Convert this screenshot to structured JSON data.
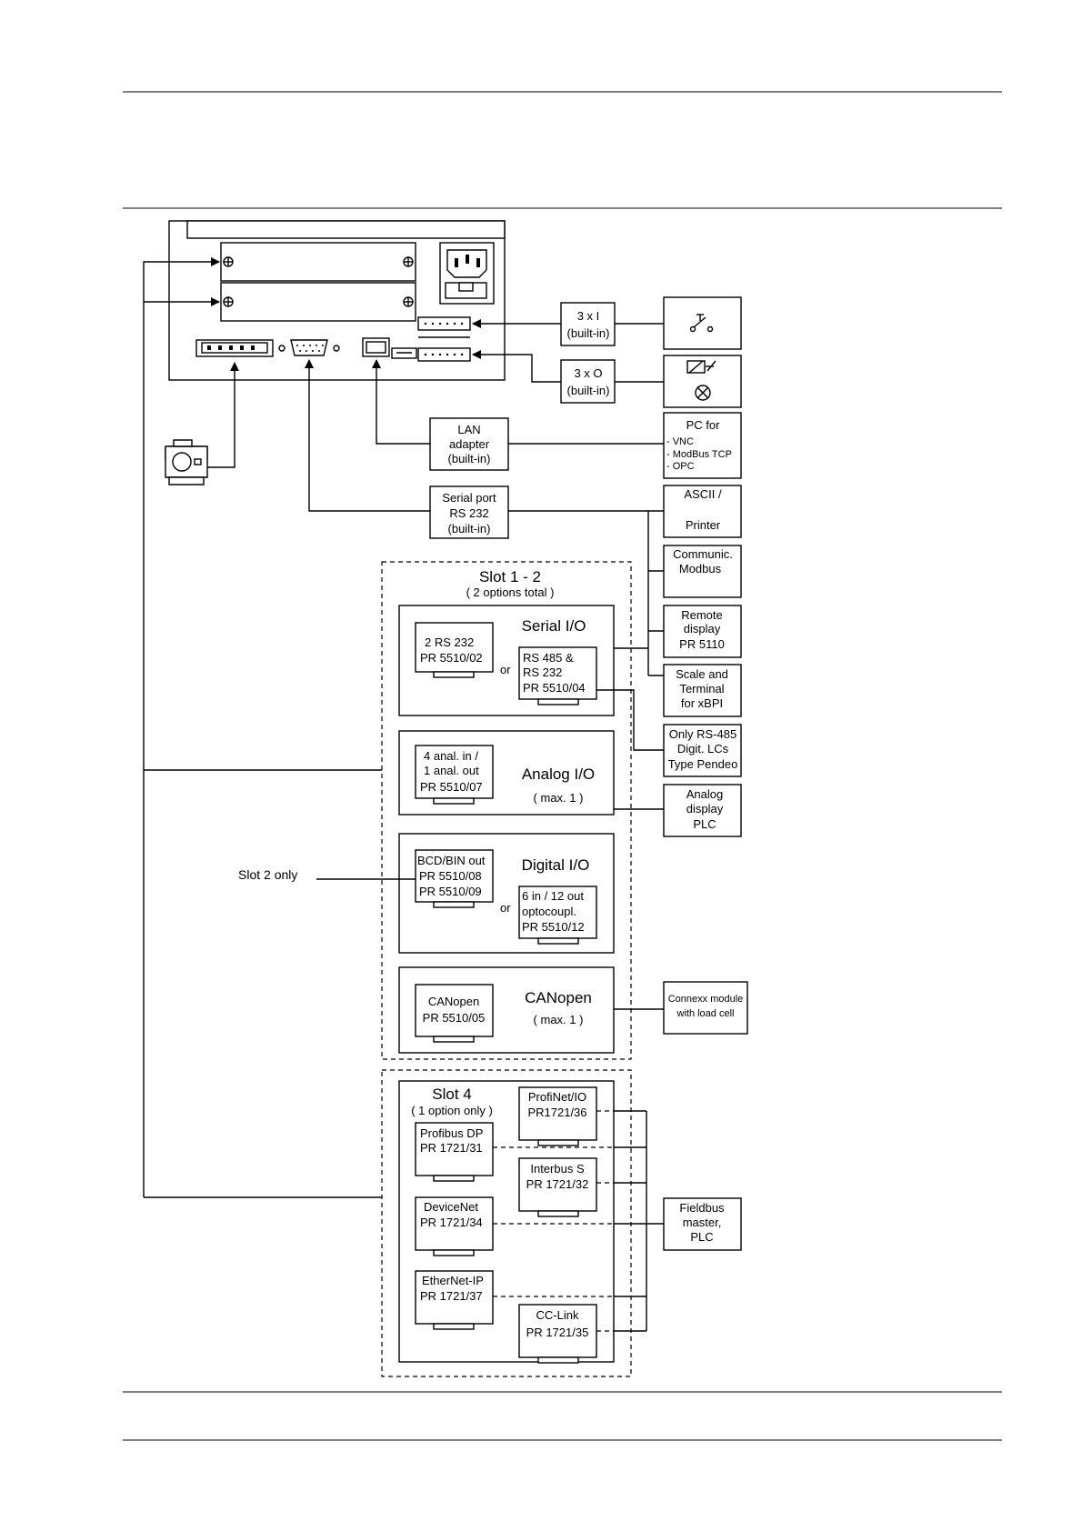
{
  "header_rules": true,
  "io_builtin": {
    "inputs": [
      "3 x I",
      "(built-in)"
    ],
    "outputs": [
      "3 x O",
      "(built-in)"
    ]
  },
  "lan": [
    "LAN",
    "adapter",
    "(built-in)"
  ],
  "serial": [
    "Serial port",
    "RS 232",
    "(built-in)"
  ],
  "pc_for": {
    "title": "PC for",
    "items": [
      "- VNC",
      "- ModBus TCP",
      "- OPC"
    ]
  },
  "ascii": [
    "ASCII /",
    "Printer"
  ],
  "communic": [
    "Communic.",
    "Modbus"
  ],
  "remote": [
    "Remote",
    "display",
    "PR 5110"
  ],
  "scale": [
    "Scale and",
    "Terminal",
    "for xBPI"
  ],
  "only485": [
    "Only RS-485",
    "Digit. LCs",
    "Type Pendeo"
  ],
  "analog_display": [
    "Analog",
    "display",
    "PLC"
  ],
  "connexx": [
    "Connexx module",
    "with load cell"
  ],
  "fieldbus": [
    "Fieldbus",
    "master,",
    "PLC"
  ],
  "slot12": {
    "title": "Slot 1 - 2",
    "subtitle": "( 2 options total )"
  },
  "serial_io": {
    "title": "Serial I/O",
    "card1": [
      "2  RS 232",
      "PR 5510/02"
    ],
    "or": "or",
    "card2": [
      "RS 485 &",
      "RS 232",
      "PR 5510/04"
    ]
  },
  "analog_io": {
    "title": "Analog I/O",
    "max": "( max. 1 )",
    "card": [
      "4 anal. in /",
      "1 anal. out",
      "PR 5510/07"
    ]
  },
  "digital_io": {
    "title": "Digital I/O",
    "card1": [
      "BCD/BIN out",
      "PR 5510/08",
      "PR 5510/09"
    ],
    "or": "or",
    "card2": [
      "6 in / 12 out",
      "optocoupl.",
      "PR 5510/12"
    ]
  },
  "slot2_only": "Slot 2 only",
  "canopen": {
    "title": "CANopen",
    "max": "( max. 1 )",
    "card": [
      "CANopen",
      "PR 5510/05"
    ]
  },
  "slot4": {
    "title": "Slot 4",
    "subtitle": "( 1 option only )",
    "profinet": [
      "ProfiNet/IO",
      "PR1721/36"
    ],
    "profibus": [
      "Profibus DP",
      "PR 1721/31"
    ],
    "interbus": [
      "Interbus S",
      "PR 1721/32"
    ],
    "devicenet": [
      "DeviceNet",
      "PR 1721/34"
    ],
    "ethernet": [
      "EtherNet-IP",
      "PR 1721/37"
    ],
    "cclink": [
      "CC-Link",
      "PR 1721/35"
    ]
  }
}
